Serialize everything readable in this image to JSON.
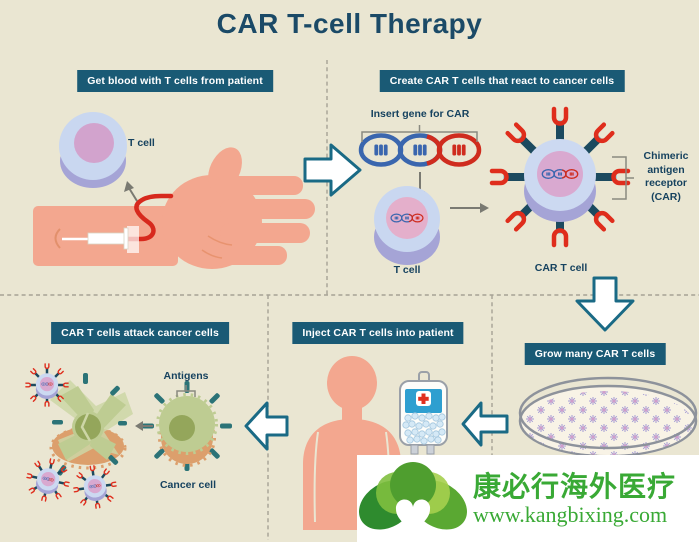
{
  "title": "CAR T-cell Therapy",
  "panels": {
    "step1": {
      "label": "Get blood with T cells from patient",
      "t_cell": "T cell"
    },
    "step2": {
      "label": "Create CAR T cells that react to cancer cells",
      "insert_gene": "Insert gene for CAR",
      "t_cell": "T cell",
      "car_t_cell": "CAR T cell",
      "car_receptor": "Chimeric antigen receptor (CAR)"
    },
    "step3": {
      "label": "Grow many CAR T cells"
    },
    "step4": {
      "label": "Inject CAR T cells into patient"
    },
    "step5": {
      "label": "CAR T cells attack cancer cells",
      "antigens": "Antigens",
      "cancer_cell": "Cancer cell"
    }
  },
  "watermark": {
    "brand": "康必行海外医疗",
    "url": "www.kangbixing.com"
  },
  "colors": {
    "background": "#eae6d2",
    "label_box": "#1a5a75",
    "heading_text": "#1b4a67",
    "block_arrow_outline": "#1a6a85",
    "skin": "#f3a78f",
    "blood_red": "#d7291d",
    "cell_outer": "#a5a4d6",
    "cell_body": "#ccd9f1",
    "cell_nucleus": "#d6a6cf",
    "dna_blue": "#3a66ae",
    "dna_red": "#cf2c1e",
    "receptor_stalk": "#1c4a5f",
    "cancer_green": "#becc92",
    "cancer_orange": "#dc9f6c",
    "antigen_teal": "#2b7377",
    "iv_blue": "#2e9fd0",
    "watermark_green": "#39a935"
  }
}
